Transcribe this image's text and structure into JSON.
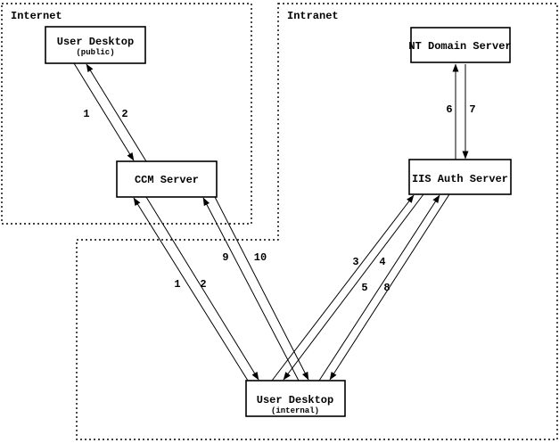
{
  "zones": {
    "internet": {
      "label": "Internet"
    },
    "intranet": {
      "label": "Intranet"
    }
  },
  "nodes": {
    "user_desktop_public": {
      "title": "User Desktop",
      "subtitle": "(public)",
      "zone": "Internet"
    },
    "ccm_server": {
      "title": "CCM Server",
      "zone": "Internet"
    },
    "nt_domain_server": {
      "title": "NT Domain Server",
      "zone": "Intranet"
    },
    "iis_auth_server": {
      "title": "IIS Auth Server",
      "zone": "Intranet"
    },
    "user_desktop_internal": {
      "title": "User Desktop",
      "subtitle": "(internal)",
      "zone": "Intranet"
    }
  },
  "flows": {
    "pub1": {
      "label": "1",
      "from": "User Desktop (public)",
      "to": "CCM Server"
    },
    "pub2": {
      "label": "2",
      "from": "CCM Server",
      "to": "User Desktop (public)"
    },
    "int1": {
      "label": "1",
      "from": "User Desktop (internal)",
      "to": "CCM Server"
    },
    "int2": {
      "label": "2",
      "from": "CCM Server",
      "to": "User Desktop (internal)"
    },
    "int3": {
      "label": "3",
      "from": "User Desktop (internal)",
      "to": "IIS Auth Server"
    },
    "int4": {
      "label": "4",
      "from": "IIS Auth Server",
      "to": "User Desktop (internal)"
    },
    "int5": {
      "label": "5",
      "from": "User Desktop (internal)",
      "to": "IIS Auth Server"
    },
    "auth6": {
      "label": "6",
      "from": "IIS Auth Server",
      "to": "NT Domain Server"
    },
    "auth7": {
      "label": "7",
      "from": "NT Domain Server",
      "to": "IIS Auth Server"
    },
    "int8": {
      "label": "8",
      "from": "IIS Auth Server",
      "to": "User Desktop (internal)"
    },
    "int9": {
      "label": "9",
      "from": "User Desktop (internal)",
      "to": "CCM Server"
    },
    "int10": {
      "label": "10",
      "from": "CCM Server",
      "to": "User Desktop (internal)"
    }
  },
  "colors": {
    "background": "#ffffff",
    "line": "#000000"
  }
}
